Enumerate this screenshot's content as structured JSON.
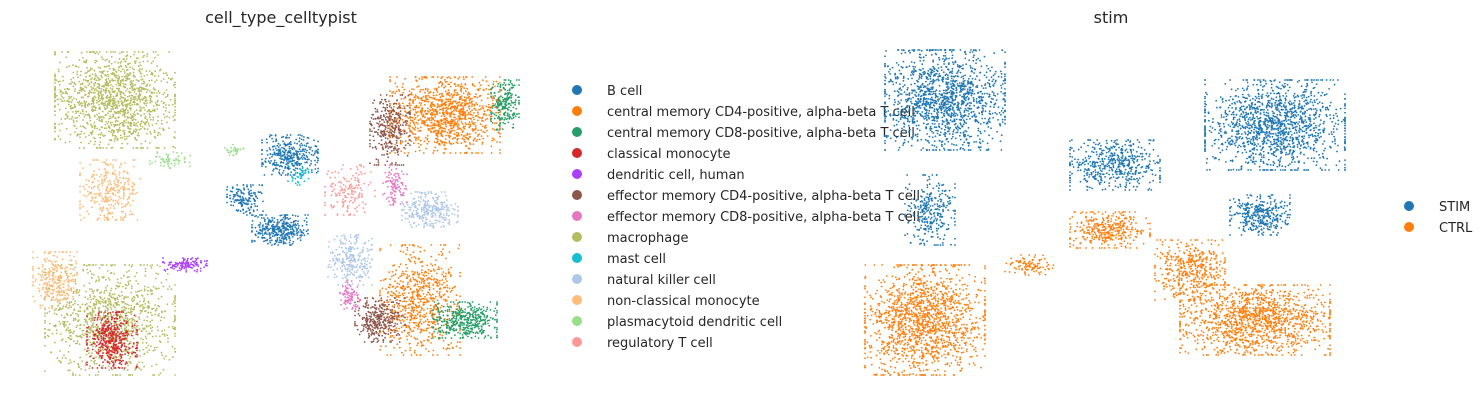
{
  "chart_data": [
    {
      "type": "scatter",
      "title": "cell_type_celltypist",
      "xlabel": "",
      "ylabel": "",
      "grid": false,
      "legend_position": "right",
      "series": [
        {
          "name": "B cell",
          "color": "#1f77b4"
        },
        {
          "name": "central memory CD4-positive, alpha-beta T cell",
          "color": "#ff7f0e"
        },
        {
          "name": "central memory CD8-positive, alpha-beta T cell",
          "color": "#279e68"
        },
        {
          "name": "classical monocyte",
          "color": "#d62728"
        },
        {
          "name": "dendritic cell, human",
          "color": "#aa40fc"
        },
        {
          "name": "effector memory CD4-positive, alpha-beta T cell",
          "color": "#8c564b"
        },
        {
          "name": "effector memory CD8-positive, alpha-beta T cell",
          "color": "#e377c2"
        },
        {
          "name": "macrophage",
          "color": "#b5bd61"
        },
        {
          "name": "mast cell",
          "color": "#17becf"
        },
        {
          "name": "natural killer cell",
          "color": "#aec7e8"
        },
        {
          "name": "non-classical monocyte",
          "color": "#ffbb78"
        },
        {
          "name": "plasmacytoid dendritic cell",
          "color": "#98df8a"
        },
        {
          "name": "regulatory T cell",
          "color": "#ff9896"
        }
      ]
    },
    {
      "type": "scatter",
      "title": "stim",
      "xlabel": "",
      "ylabel": "",
      "grid": false,
      "legend_position": "right",
      "series": [
        {
          "name": "STIM",
          "color": "#1f77b4"
        },
        {
          "name": "CTRL",
          "color": "#ff7f0e"
        }
      ]
    }
  ]
}
